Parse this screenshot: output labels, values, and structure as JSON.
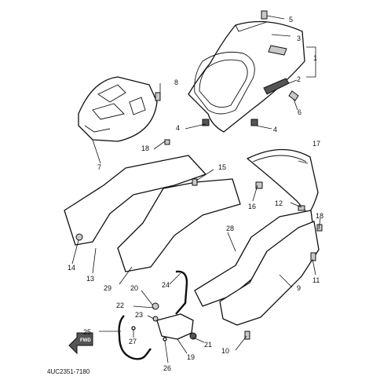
{
  "diagram": {
    "callouts": [
      "1",
      "2",
      "3",
      "4",
      "4",
      "5",
      "6",
      "7",
      "8",
      "9",
      "10",
      "11",
      "12",
      "13",
      "14",
      "15",
      "16",
      "17",
      "18",
      "18",
      "19",
      "20",
      "21",
      "22",
      "23",
      "24",
      "25",
      "26",
      "27",
      "28",
      "29"
    ],
    "catalog_code": "4UC2351-7180",
    "arrow_label": "FWD"
  }
}
